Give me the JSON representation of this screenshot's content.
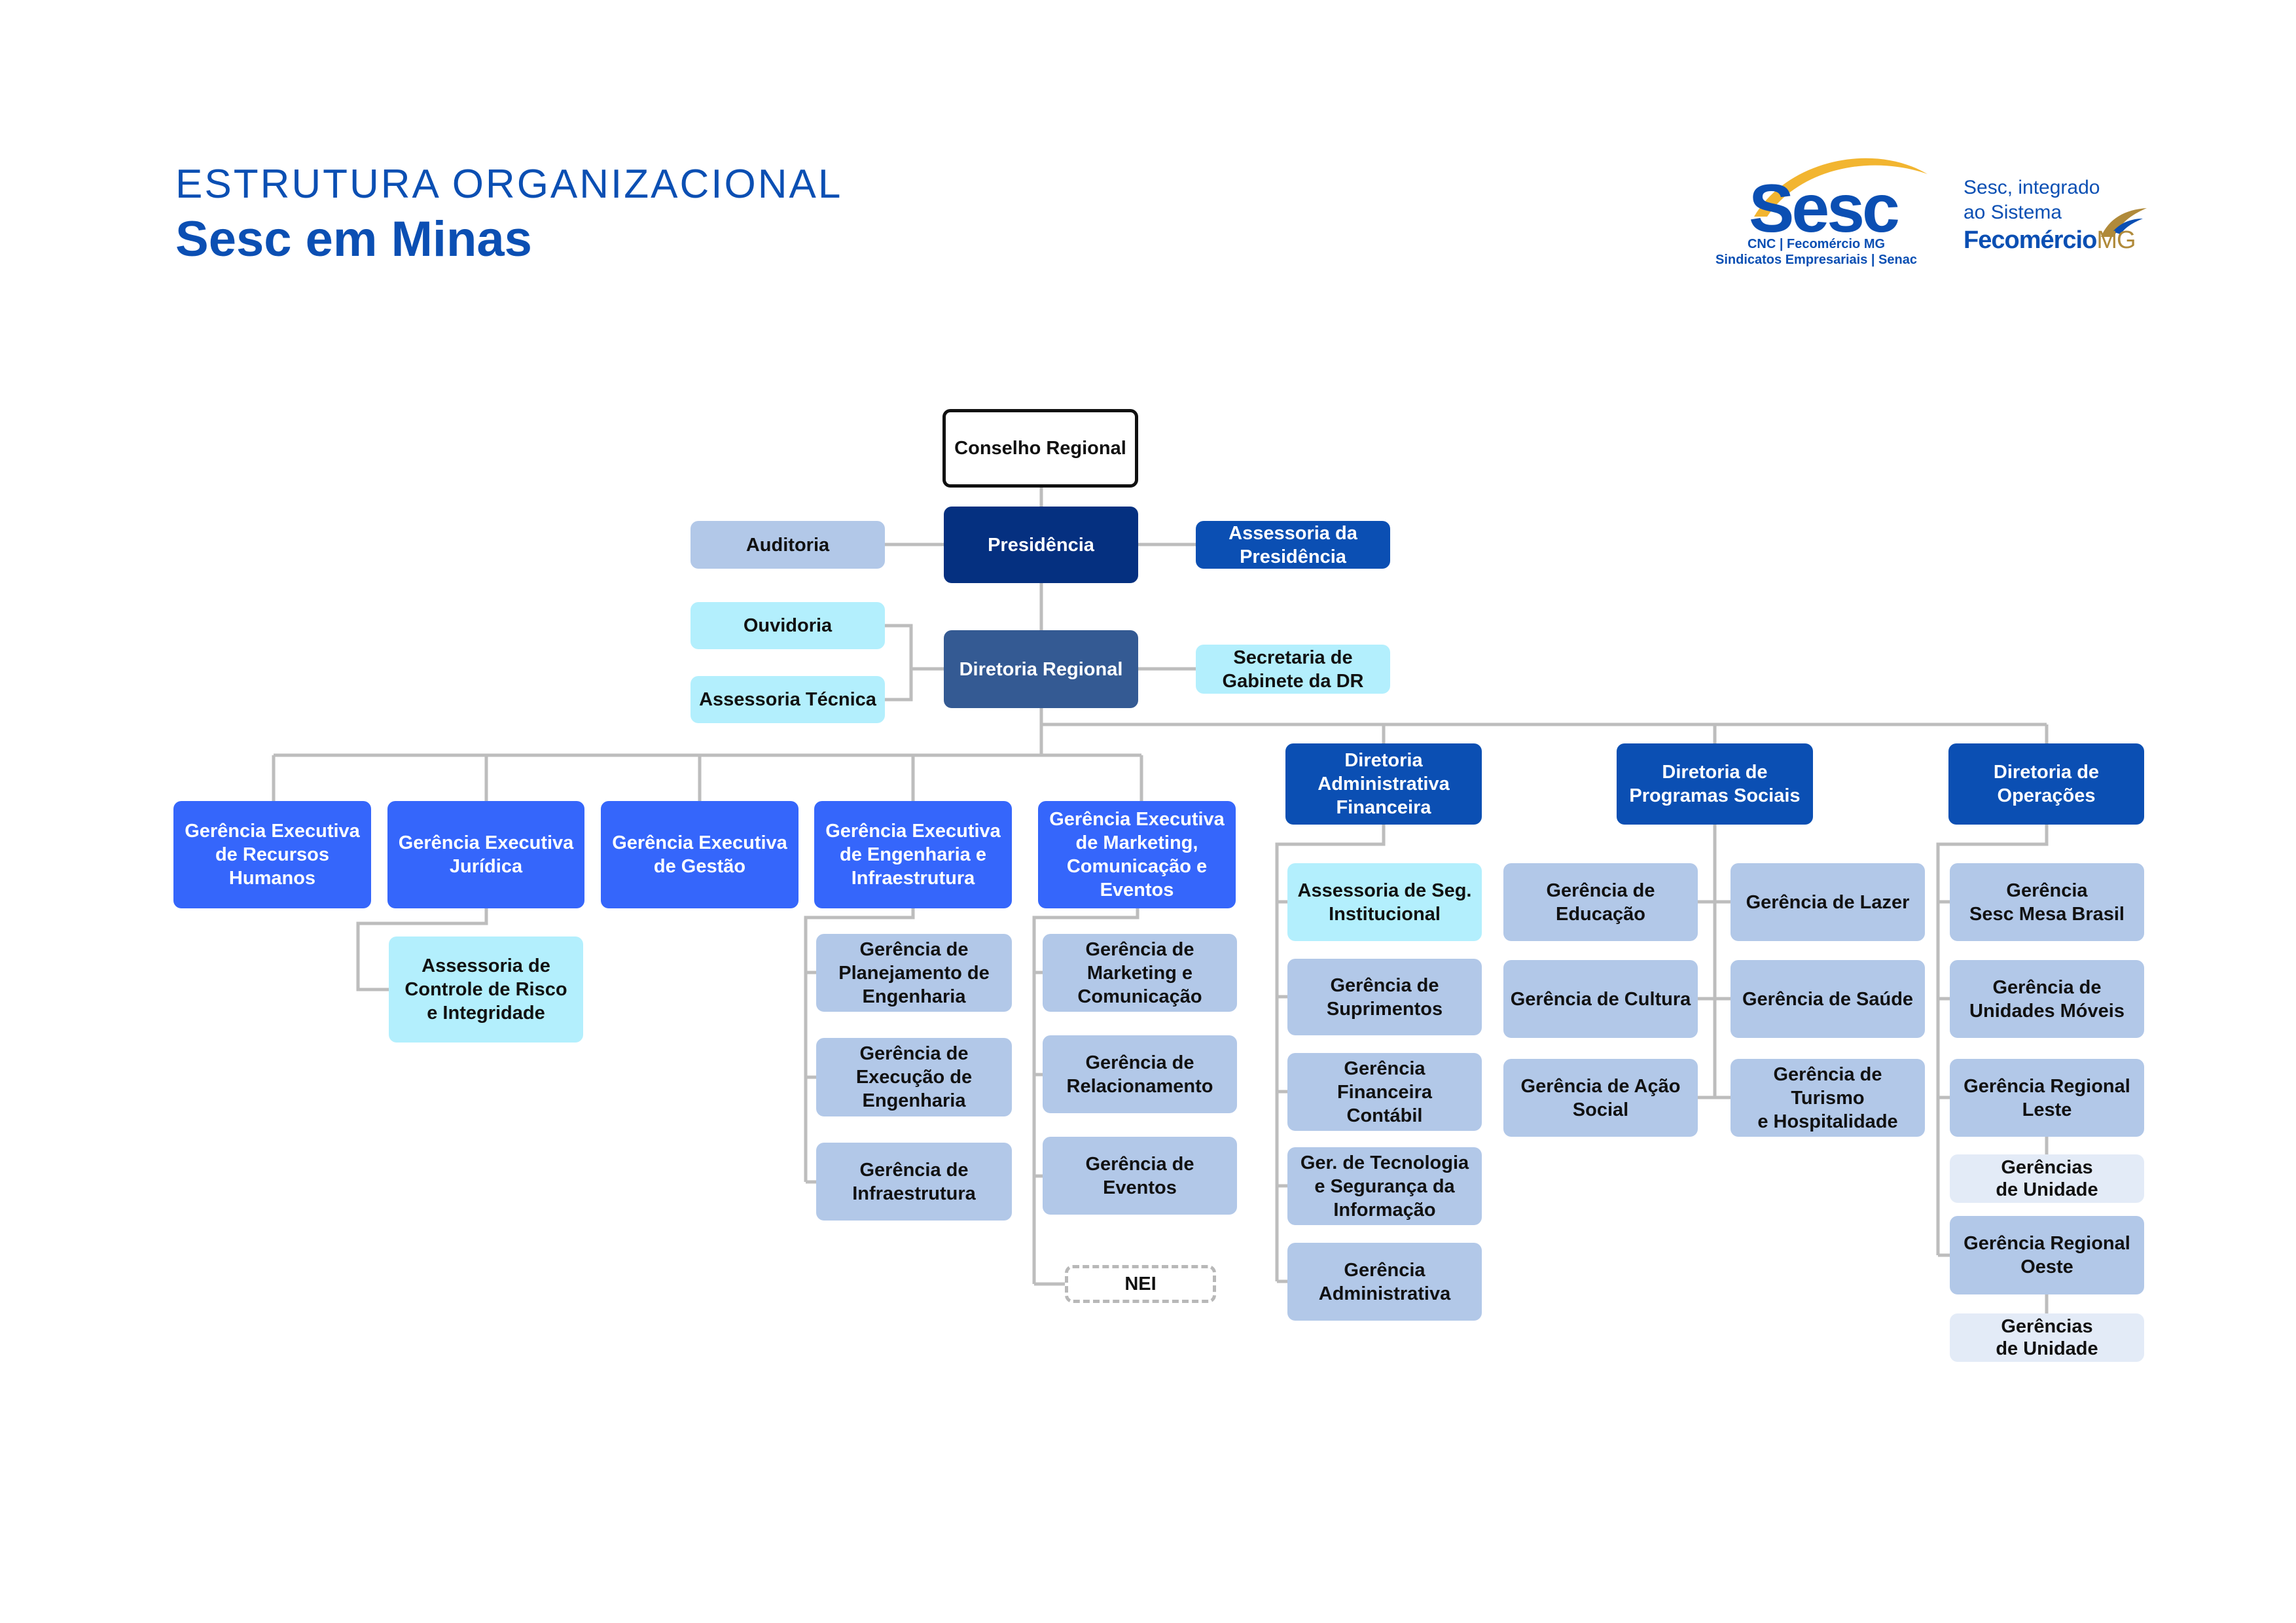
{
  "header": {
    "title_top": "ESTRUTURA ORGANIZACIONAL",
    "title_main": "Sesc em Minas"
  },
  "logos": {
    "sesc": {
      "wordmark": "Sesc",
      "line1": "CNC | Fecomércio MG",
      "line2": "Sindicatos Empresariais | Senac"
    },
    "fecomercio": {
      "line1": "Sesc, integrado",
      "line2": "ao Sistema",
      "brand": "Fecomércio",
      "brand_suffix": "MG"
    }
  },
  "colors": {
    "brand_blue": "#0b4fb3",
    "navy": "#053080",
    "slate": "#345a93",
    "bright_blue": "#3566fb",
    "pale_blue": "#b2c8e8",
    "cyan": "#b3effd",
    "faint_blue": "#e3ebf7",
    "gold": "#f2b530",
    "connector": "#bdbdbd"
  },
  "org": {
    "conselho": "Conselho Regional",
    "presidencia": "Presidência",
    "auditoria": "Auditoria",
    "assessoria_presidencia": "Assessoria da\nPresidência",
    "ouvidoria": "Ouvidoria",
    "assessoria_tecnica": "Assessoria Técnica",
    "diretoria_regional": "Diretoria Regional",
    "secretaria_gabinete": "Secretaria de\nGabinete da DR",
    "gerencias_executivas": [
      {
        "label": "Gerência Executiva\nde Recursos\nHumanos"
      },
      {
        "label": "Gerência Executiva\nJurídica",
        "children": [
          "Assessoria de\nControle de Risco\ne Integridade"
        ]
      },
      {
        "label": "Gerência Executiva\nde Gestão"
      },
      {
        "label": "Gerência Executiva\nde Engenharia e\nInfraestrutura",
        "children": [
          "Gerência de\nPlanejamento de\nEngenharia",
          "Gerência de\nExecução de\nEngenharia",
          "Gerência de\nInfraestrutura"
        ]
      },
      {
        "label": "Gerência Executiva\nde Marketing,\nComunicação e\nEventos",
        "children": [
          "Gerência de\nMarketing e\nComunicação",
          "Gerência de\nRelacionamento",
          "Gerência de\nEventos",
          "NEI"
        ]
      }
    ],
    "diretorias": [
      {
        "label": "Diretoria\nAdministrativa\nFinanceira",
        "children": [
          "Assessoria de Seg.\nInstitucional",
          "Gerência de\nSuprimentos",
          "Gerência Financeira\nContábil",
          "Ger. de Tecnologia\ne Segurança da\nInformação",
          "Gerência\nAdministrativa"
        ]
      },
      {
        "label": "Diretoria de\nProgramas Sociais",
        "children_left": [
          "Gerência de\nEducação",
          "Gerência de Cultura",
          "Gerência de Ação\nSocial"
        ],
        "children_right": [
          "Gerência de Lazer",
          "Gerência de Saúde",
          "Gerência de Turismo\ne Hospitalidade"
        ]
      },
      {
        "label": "Diretoria de\nOperações",
        "children": [
          "Gerência\nSesc Mesa Brasil",
          "Gerência de\nUnidades Móveis",
          "Gerência Regional\nLeste",
          "Gerências\nde Unidade",
          "Gerência Regional\nOeste",
          "Gerências\nde Unidade"
        ]
      }
    ]
  },
  "icons": {
    "sesc_arc": "gold-arc-logo-mark",
    "fecomercio_wing": "gold-blue-wing-logo-mark"
  }
}
